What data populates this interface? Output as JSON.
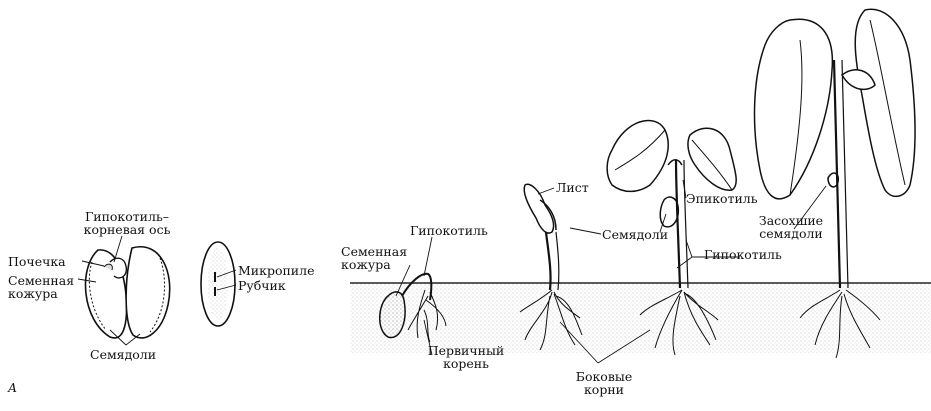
{
  "panel_letter": "А",
  "colors": {
    "ink": "#111111",
    "soil": "#8a8a8a",
    "leaf": "#ffffff"
  },
  "labels": {
    "hypocotyl_root_axis_line1": "Гипокотиль–",
    "hypocotyl_root_axis_line2": "корневая ось",
    "plumule": "Почечка",
    "seed_coat_left_line1": "Семенная",
    "seed_coat_left_line2": "кожура",
    "cotyledons_left": "Семядоли",
    "micropyle": "Микропиле",
    "hilum": "Рубчик",
    "seed_coat_mid_line1": "Семенная",
    "seed_coat_mid_line2": "кожура",
    "hypocotyl_top": "Гипокотиль",
    "primary_root_line1": "Первичный",
    "primary_root_line2": "корень",
    "leaf": "Лист",
    "cotyledons_mid": "Семядоли",
    "epicotyl": "Эпикотиль",
    "hypocotyl_right": "Гипокотиль",
    "lateral_roots_line1": "Боковые",
    "lateral_roots_line2": "корни",
    "dried_cotyledons_line1": "Засохшие",
    "dried_cotyledons_line2": "семядоли"
  }
}
